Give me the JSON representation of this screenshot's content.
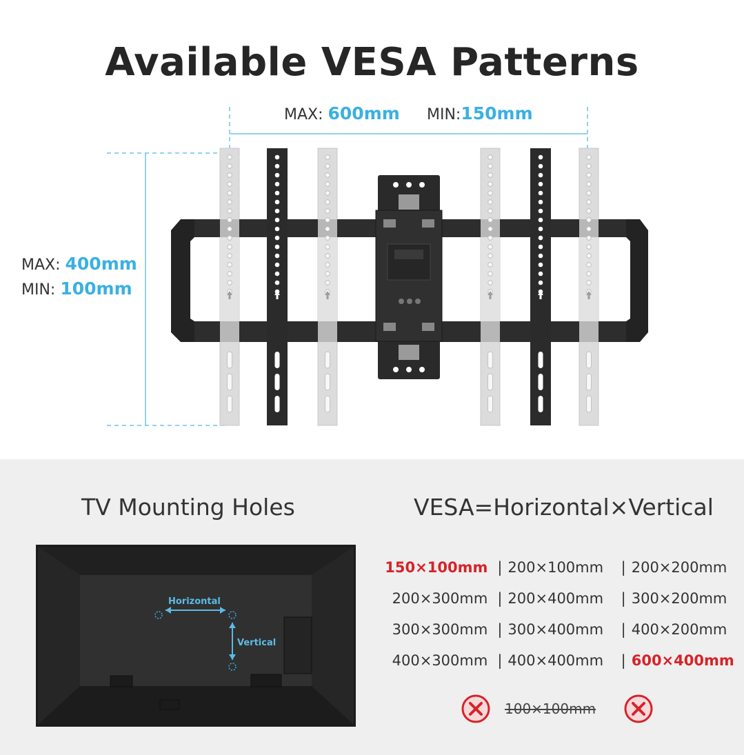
{
  "title": "Available VESA Patterns",
  "horizontal": {
    "max_label": "MAX:",
    "max_value": "600mm",
    "min_label": "MIN:",
    "min_value": "150mm"
  },
  "vertical": {
    "max_label": "MAX:",
    "max_value": "400mm",
    "min_label": "MIN:",
    "min_value": "100mm"
  },
  "tv_section": {
    "title": "TV Mounting Holes",
    "horizontal_label": "Horizontal",
    "vertical_label": "Vertical"
  },
  "vesa_section": {
    "title": "VESA=Horizontal×Vertical",
    "rows": [
      [
        "150×100mm",
        "200×100mm",
        "200×200mm"
      ],
      [
        "200×300mm",
        "200×400mm",
        "300×200mm"
      ],
      [
        "300×300mm",
        "300×400mm",
        "400×200mm"
      ],
      [
        "400×300mm",
        "400×400mm",
        "600×400mm"
      ]
    ],
    "highlight_colors": {
      "accent": "#d6232a",
      "dimension": "#3ab0e2"
    },
    "excluded": "100×100mm"
  }
}
